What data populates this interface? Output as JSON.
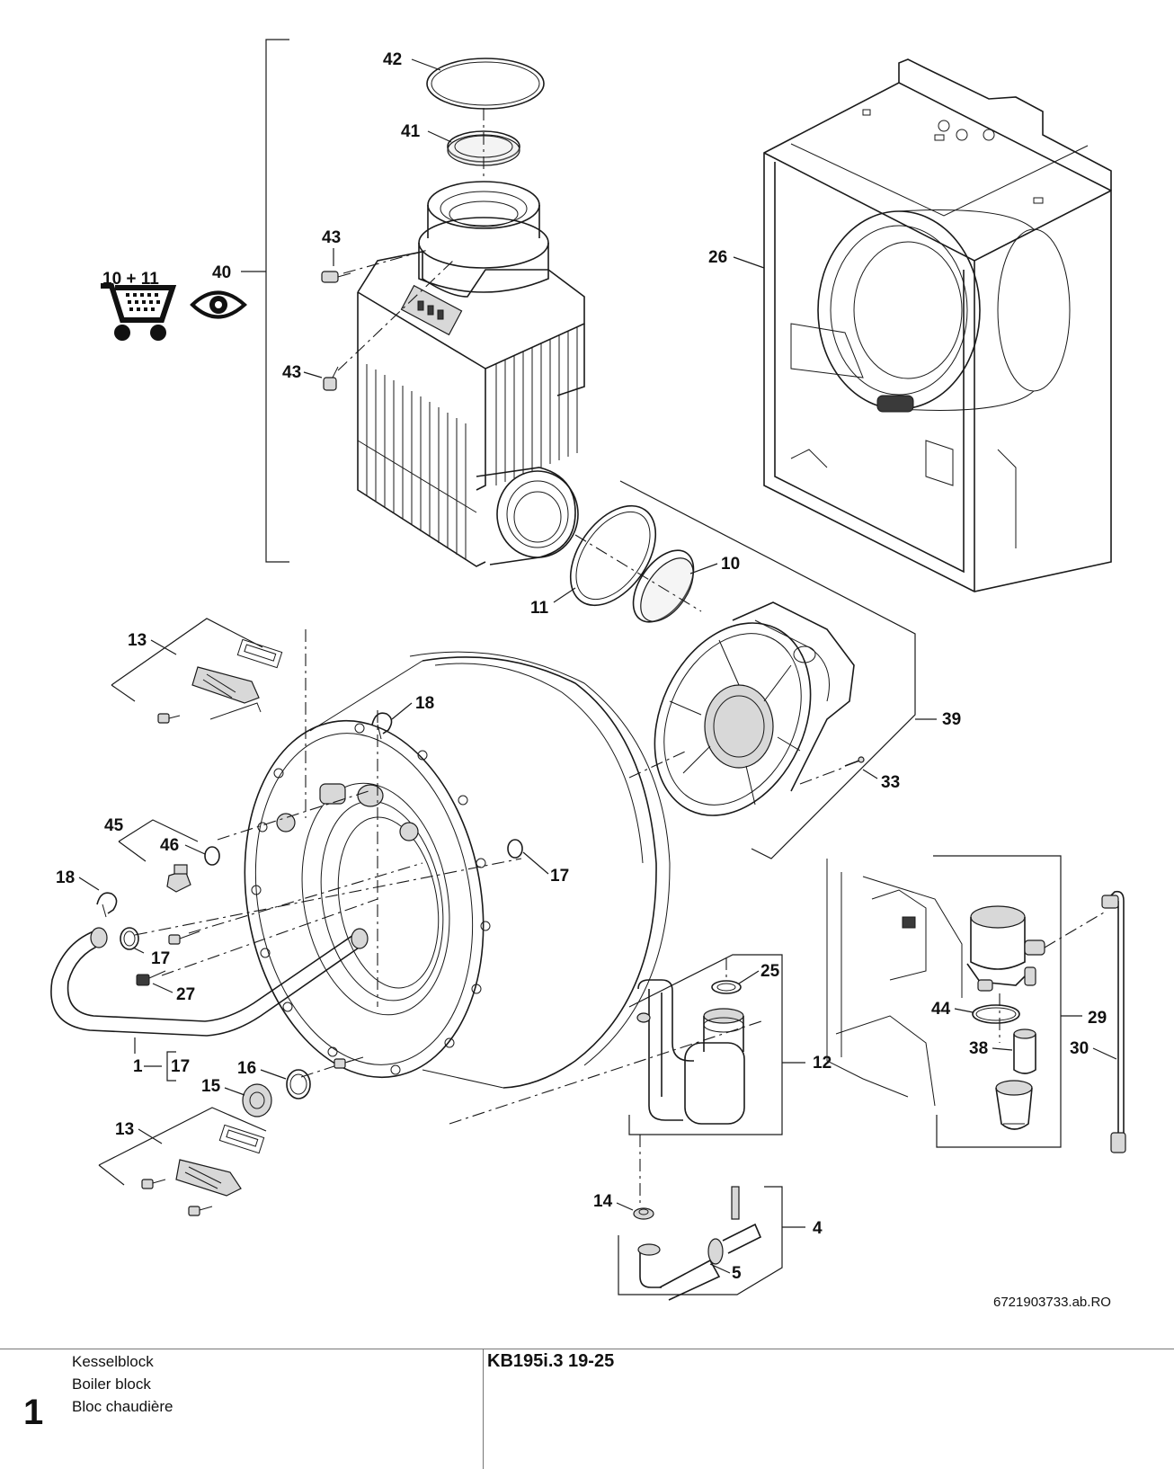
{
  "callouts": {
    "c42": "42",
    "c41": "41",
    "c43a": "43",
    "c43b": "43",
    "c40": "40",
    "c1011": "10 + 11",
    "c26": "26",
    "c10": "10",
    "c11": "11",
    "c39": "39",
    "c13a": "13",
    "c18a": "18",
    "c33": "33",
    "c45": "45",
    "c46": "46",
    "c18b": "18",
    "c17a": "17",
    "c17b": "17",
    "c27": "27",
    "c1": "1",
    "c17c": "17",
    "c16": "16",
    "c15": "15",
    "c13b": "13",
    "c25": "25",
    "c12": "12",
    "c44": "44",
    "c29": "29",
    "c38": "38",
    "c30": "30",
    "c14": "14",
    "c4": "4",
    "c5": "5"
  },
  "doc_number": "6721903733.ab.RO",
  "footer": {
    "figure_number": "1",
    "title_de": "Kesselblock",
    "title_en": "Boiler block",
    "title_fr": "Bloc chaudière",
    "model": "KB195i.3 19-25"
  },
  "icons": [
    "shopping-cart-icon",
    "eye-icon"
  ]
}
